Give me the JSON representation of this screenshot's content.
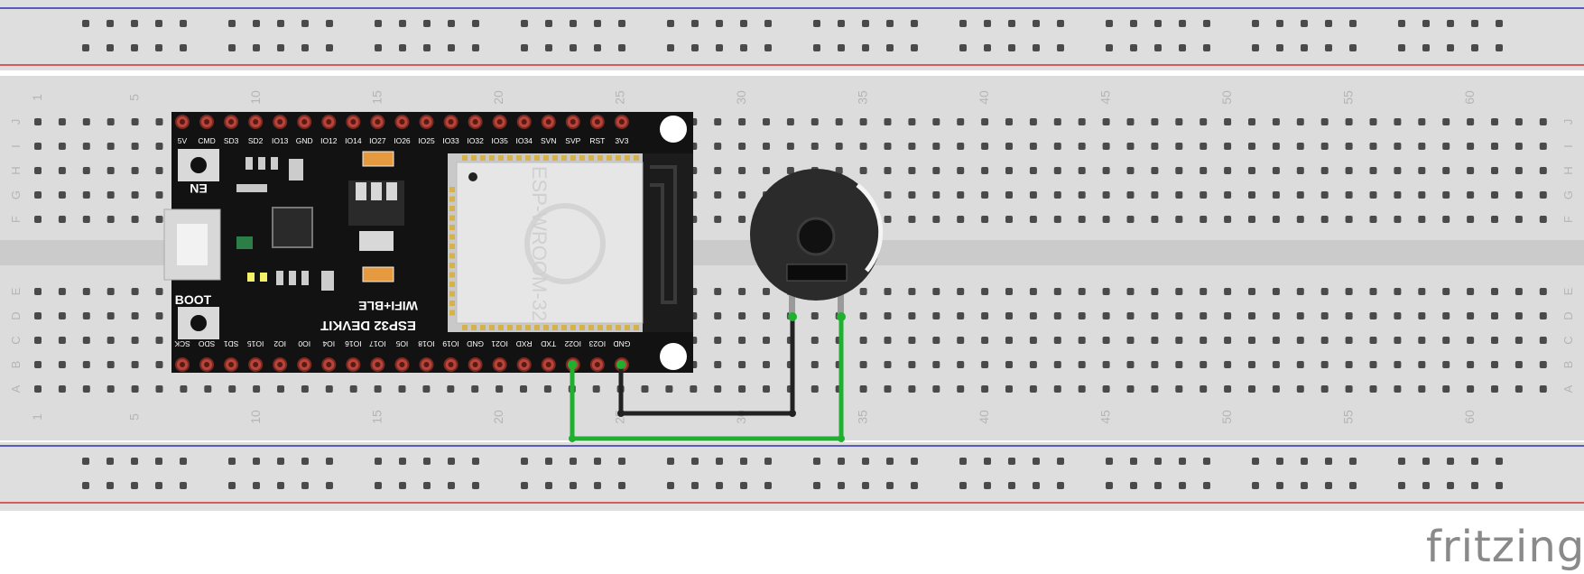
{
  "breadboard": {
    "row_letters": [
      "J",
      "I",
      "H",
      "G",
      "F",
      "E",
      "D",
      "C",
      "B",
      "A"
    ],
    "column_count": 63,
    "column_number_labels": [
      "1",
      "5",
      "10",
      "15",
      "20",
      "25",
      "30",
      "35",
      "40",
      "45",
      "50",
      "55",
      "60"
    ]
  },
  "esp32": {
    "top_pins": [
      "5V",
      "CMD",
      "SD3",
      "SD2",
      "IO13",
      "GND",
      "IO12",
      "IO14",
      "IO27",
      "IO26",
      "IO25",
      "IO33",
      "IO32",
      "IO35",
      "IO34",
      "SVN",
      "SVP",
      "RST",
      "3V3"
    ],
    "bottom_pins": [
      "SCK",
      "SDO",
      "SD1",
      "IO15",
      "IO2",
      "IO0",
      "IO4",
      "IO16",
      "IO17",
      "IO5",
      "IO18",
      "IO19",
      "GND",
      "IO21",
      "RXD",
      "TXD",
      "IO22",
      "IO23",
      "GND"
    ],
    "en_label": "EN",
    "boot_label": "BOOT",
    "board_label_1": "ESP32 DEVKIT",
    "board_label_2": "WIFI+BLE",
    "module_label": "ESP-WROOM-32"
  },
  "buzzer": {},
  "wires": [
    {
      "color": "#1fb02f",
      "from": "IO22",
      "to": "buzzer pin +"
    },
    {
      "color": "#222222",
      "from": "GND",
      "to": "buzzer pin -"
    }
  ],
  "logo": "fritzing"
}
